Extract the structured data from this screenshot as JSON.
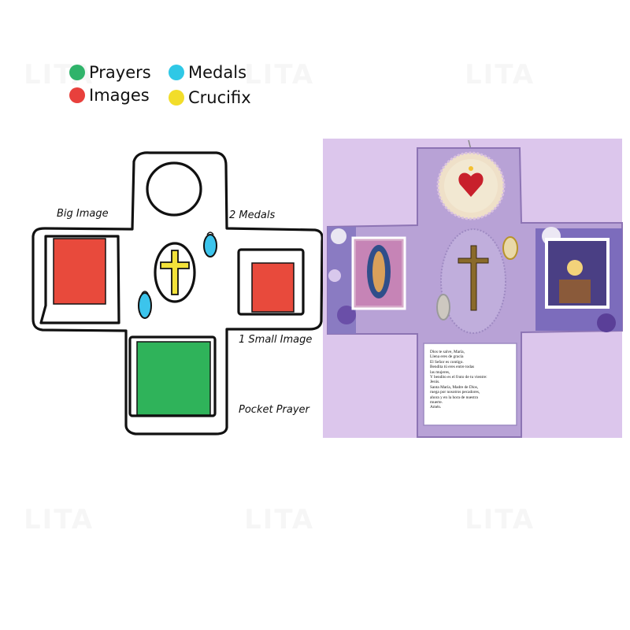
{
  "watermark": "LITA",
  "legend": [
    {
      "label": "Prayers",
      "color": "#2fb36a"
    },
    {
      "label": "Medals",
      "color": "#2fc8e6"
    },
    {
      "label": "Images",
      "color": "#e8403c"
    },
    {
      "label": "Crucifix",
      "color": "#f2dd2a"
    }
  ],
  "sketch_labels": {
    "big_image": "Big Image",
    "two_medals": "2 Medals",
    "small_image": "1 Small Image",
    "pocket_prayer": "Pocket Prayer"
  },
  "colors": {
    "photo_background": "#dcc6ec",
    "fabric": "#b8a2d6",
    "image_red": "#e84a3c",
    "prayer_green": "#2fb35a",
    "medal_blue": "#3cc4ec",
    "crucifix_yellow": "#f3e23a"
  },
  "prayer_lines": [
    "Dios te salve, María,",
    "Llena eres de gracia",
    "El Señor es contigo.",
    "Bendita tú eres entre todas",
    "las mujeres,",
    "Y bendito es el fruto de tu vientre:",
    "Jesús.",
    "Santa María, Madre de Dios,",
    "ruega por nosotros pecadores,",
    "ahora y en la hora de nuestra",
    "muerte.",
    "Amén."
  ]
}
